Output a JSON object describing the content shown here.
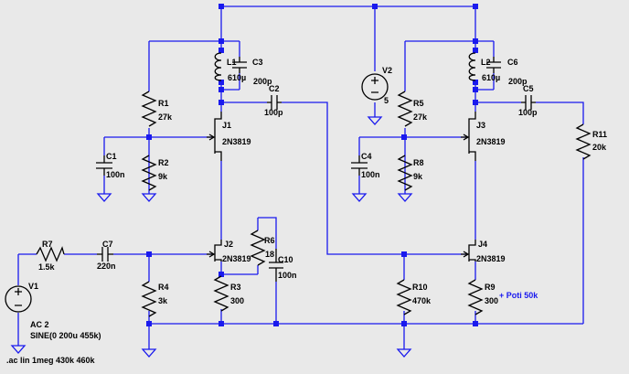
{
  "colors": {
    "background": "#e9e9e9",
    "wire": "#1a1aee",
    "component": "#000000"
  },
  "components": {
    "L1": {
      "ref": "L1",
      "value": "610µ"
    },
    "C3": {
      "ref": "C3",
      "value": "200p"
    },
    "C2": {
      "ref": "C2",
      "value": "100p"
    },
    "R1": {
      "ref": "R1",
      "value": "27k"
    },
    "J1": {
      "ref": "J1",
      "value": "2N3819"
    },
    "C1": {
      "ref": "C1",
      "value": "100n"
    },
    "R2": {
      "ref": "R2",
      "value": "9k"
    },
    "J2": {
      "ref": "J2",
      "value": "2N3819"
    },
    "R6": {
      "ref": "R6",
      "value": "18"
    },
    "C10": {
      "ref": "C10",
      "value": "100n"
    },
    "R3": {
      "ref": "R3",
      "value": "300"
    },
    "R4": {
      "ref": "R4",
      "value": "3k"
    },
    "R7": {
      "ref": "R7",
      "value": "1.5k"
    },
    "C7": {
      "ref": "C7",
      "value": "220n"
    },
    "V1": {
      "ref": "V1",
      "value": "AC 2",
      "value2": "SINE(0 200u 455k)"
    },
    "V2": {
      "ref": "V2",
      "value": "5"
    },
    "L2": {
      "ref": "L2",
      "value": "610µ"
    },
    "C6": {
      "ref": "C6",
      "value": "200p"
    },
    "C5": {
      "ref": "C5",
      "value": "100p"
    },
    "R5": {
      "ref": "R5",
      "value": "27k"
    },
    "J3": {
      "ref": "J3",
      "value": "2N3819"
    },
    "C4": {
      "ref": "C4",
      "value": "100n"
    },
    "R8": {
      "ref": "R8",
      "value": "9k"
    },
    "R11": {
      "ref": "R11",
      "value": "20k"
    },
    "J4": {
      "ref": "J4",
      "value": "2N3819"
    },
    "R10": {
      "ref": "R10",
      "value": "470k"
    },
    "R9": {
      "ref": "R9",
      "value": "300"
    }
  },
  "annotations": {
    "poti": "+ Poti 50k",
    "directive": ".ac lin 1meg 430k 460k"
  }
}
